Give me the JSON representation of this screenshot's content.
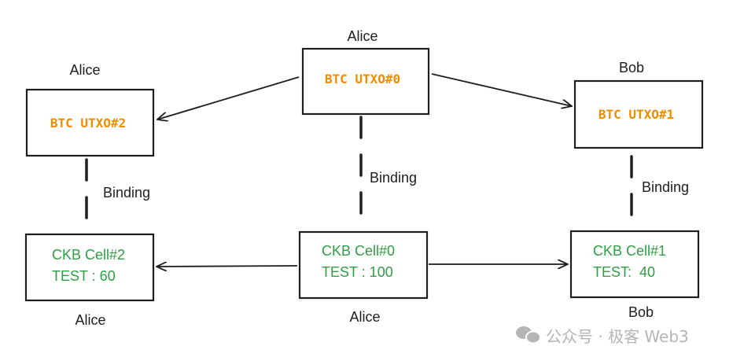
{
  "colors": {
    "utxo": "#f08c00",
    "cell": "#2f9e44",
    "stroke": "#1e1e1e"
  },
  "utxos": [
    {
      "label": "BTC UTXO#0",
      "owner": "Alice"
    },
    {
      "label": "BTC UTXO#2",
      "owner": "Alice"
    },
    {
      "label": "BTC UTXO#1",
      "owner": "Bob"
    }
  ],
  "cells": [
    {
      "label": "CKB Cell#0",
      "value": "TEST : 100",
      "owner": "Alice"
    },
    {
      "label": "CKB Cell#2",
      "value": "TEST : 60",
      "owner": "Alice"
    },
    {
      "label": "CKB Cell#1",
      "value": "TEST:  40",
      "owner": "Bob"
    }
  ],
  "binding_label": "Binding",
  "watermark": "公众号 · 极客 Web3"
}
